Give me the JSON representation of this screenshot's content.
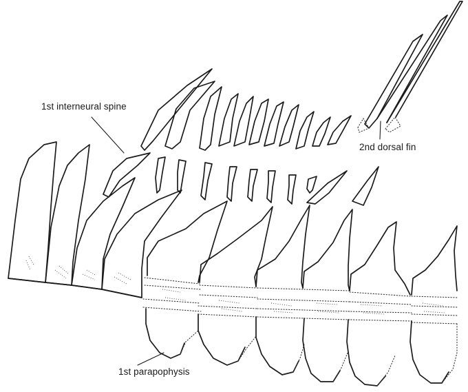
{
  "labels": {
    "interneural": "1st interneural spine",
    "dorsal_fin": "2nd dorsal fin",
    "parapophysis": "1st parapophysis"
  },
  "colors": {
    "ink": "#1b1b1b",
    "paper": "#ffffff"
  }
}
